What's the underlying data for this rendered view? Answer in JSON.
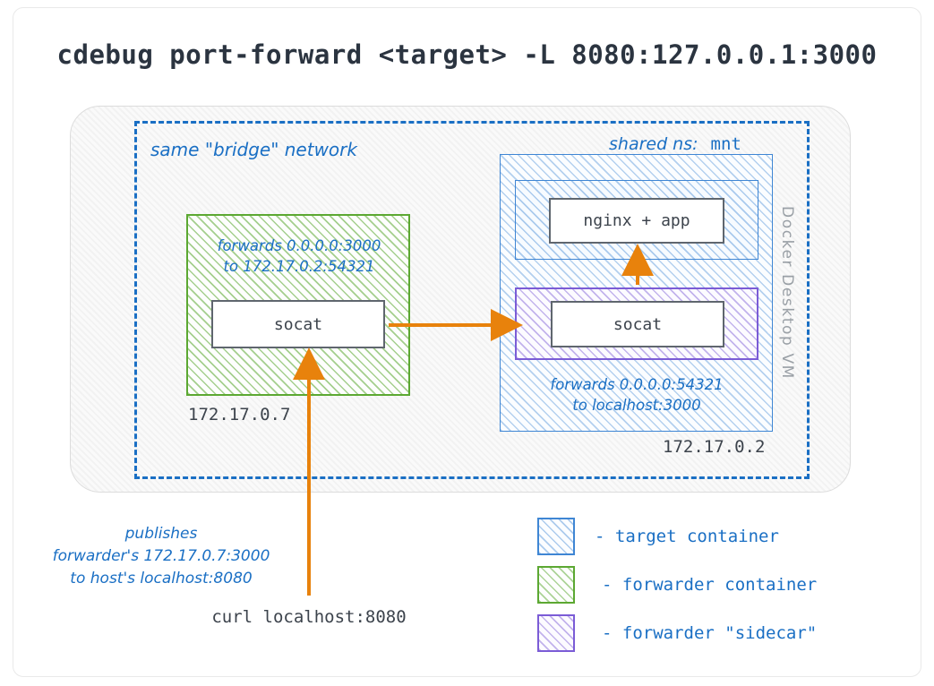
{
  "title": "cdebug port-forward <target> -L 8080:127.0.0.1:3000",
  "vm": {
    "label": "Docker Desktop VM"
  },
  "network": {
    "label": "same \"bridge\" network"
  },
  "shared_ns": {
    "prefix": "shared ns:",
    "value": "mnt"
  },
  "forwarder": {
    "note": "forwards 0.0.0.0:3000\nto 172.17.0.2:54321",
    "process": "socat",
    "ip": "172.17.0.7"
  },
  "target": {
    "app": "nginx + app",
    "ip": "172.17.0.2"
  },
  "sidecar": {
    "process": "socat",
    "note": "forwards 0.0.0.0:54321\nto localhost:3000"
  },
  "host": {
    "publishes_note": "publishes\nforwarder's 172.17.0.7:3000\nto host's localhost:8080",
    "curl_command": "curl localhost:8080"
  },
  "legend": {
    "items": [
      {
        "label": "- target container",
        "color": "#3f86d4"
      },
      {
        "label": "- forwarder container",
        "color": "#5ca832"
      },
      {
        "label": "- forwarder \"sidecar\"",
        "color": "#7b5cd6"
      }
    ]
  },
  "colors": {
    "title_text": "#2b3440",
    "annotation_blue": "#1a6fc4",
    "arrow_orange": "#e8820c",
    "box_border_gray": "#5f666e",
    "vm_border": "#dcdcdc",
    "vm_label_gray": "#9aa0a6",
    "target_blue": "#3f86d4",
    "forwarder_green": "#5ca832",
    "sidecar_purple": "#7b5cd6"
  }
}
